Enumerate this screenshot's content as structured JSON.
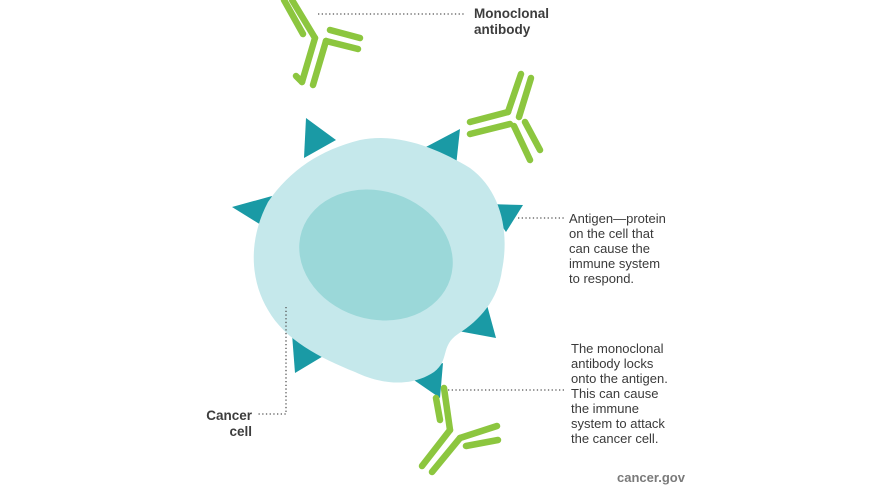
{
  "labels": {
    "antibody": "Monoclonal\nantibody",
    "antigen": "Antigen—protein\non the cell that\ncan cause the\nimmune system\nto respond.",
    "locks": "The monoclonal\nantibody locks\nonto the antigen.\nThis can cause\nthe immune\nsystem to attack\nthe cancer cell.",
    "cancer_cell": "Cancer\ncell",
    "source": "cancer.gov"
  },
  "colors": {
    "antibody": "#8cc63f",
    "antigen": "#1a9aa5",
    "cell_body": "#c5e8eb",
    "nucleus": "#9bd8d9",
    "leader": "#555555",
    "text": "#3a3a3a"
  }
}
